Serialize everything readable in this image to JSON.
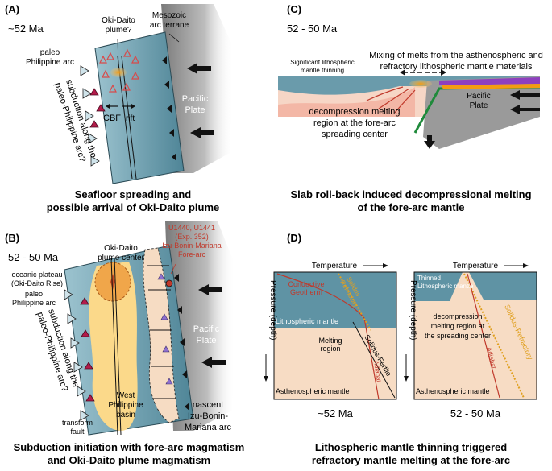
{
  "panelA": {
    "letter": "(A)",
    "age": "~52 Ma",
    "oki_plume": [
      "Oki-Daito",
      "plume?"
    ],
    "mesozoic": [
      "Mesozoic",
      "arc terrane"
    ],
    "paleo_arc": [
      "paleo",
      "Philippine arc"
    ],
    "pacific": [
      "Pacific",
      "Plate"
    ],
    "subduction": [
      "subduction along the",
      "paleo-Philippine arc?"
    ],
    "cbf": "CBF",
    "rift": "rift",
    "caption": [
      "Seafloor spreading and",
      "possible arrival of Oki-Daito plume"
    ]
  },
  "panelB": {
    "letter": "(B)",
    "age": "52 - 50 Ma",
    "plume_center": [
      "Oki-Daito",
      "plume center"
    ],
    "sites": [
      "U1440, U1441",
      "(Exp. 352)",
      "Izu-Bonin-Mariana",
      "Fore-arc"
    ],
    "plateau": [
      "oceanic plateau",
      "(Oki-Daito Rise)"
    ],
    "paleo_arc": [
      "paleo",
      "Philippine arc"
    ],
    "subduction": [
      "subduction along the",
      "paleo-Philippine arc?"
    ],
    "pacific": [
      "Pacific",
      "Plate"
    ],
    "basin": [
      "West",
      "Philippine",
      "basin"
    ],
    "transform": [
      "transform",
      "fault"
    ],
    "nascent": [
      "nascent",
      "Izu-Bonin-",
      "Mariana arc"
    ],
    "caption": [
      "Subduction initiation with fore-arc magmatism",
      "and Oki-Daito plume magmatism"
    ]
  },
  "panelC": {
    "letter": "(C)",
    "age": "52 - 50 Ma",
    "thinning": [
      "Significant lithospheric",
      "mantle thinning"
    ],
    "mixing": [
      "Mixing of melts from the asthenospheric and",
      "refractory lithospheric mantle materials"
    ],
    "pacific": [
      "Pacific",
      "Plate"
    ],
    "decompression": [
      "decompression melting",
      "region at the fore-arc",
      "spreading center"
    ],
    "caption": [
      "Slab roll-back induced decompressional melting",
      "of the fore-arc mantle"
    ]
  },
  "panelD": {
    "letter": "(D)",
    "temperature": "Temperature",
    "pressure": "Pressure (depth)",
    "left": {
      "conductive": [
        "Conductive",
        "Geotherm"
      ],
      "solidus_ref": [
        "Solidus-",
        "Refractory"
      ],
      "litho": "Lithospheric mantle",
      "melting": [
        "Melting",
        "region"
      ],
      "solidus_fertile": "Solidus-Fertile",
      "adiabat": "Adiabat",
      "astheno": "Asthenospheric mantle",
      "age": "~52 Ma"
    },
    "right": {
      "thinned": [
        "Thinned",
        "Lithospheric mantle"
      ],
      "decompression": [
        "decompression",
        "melting region at",
        "the spreading center"
      ],
      "solidus_ref": "Solidus-Refractory",
      "adiabat": "Adiabat",
      "astheno": "Asthenospheric mantle",
      "age": "52 - 50 Ma"
    },
    "caption": [
      "Lithospheric mantle thinning triggered",
      "refractory mantle melting at the fore-arc"
    ]
  }
}
